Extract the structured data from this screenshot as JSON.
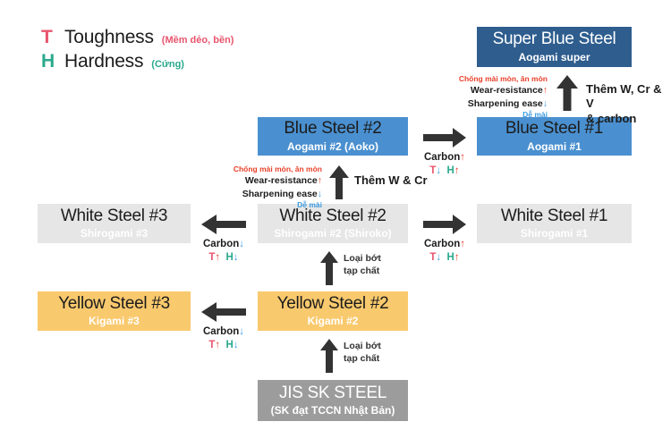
{
  "legend": {
    "rows": [
      {
        "key": "T",
        "name": "Toughness",
        "note": "(Mềm dẻo, bền)",
        "color": "#e8556e"
      },
      {
        "key": "H",
        "name": "Hardness",
        "note": "(Cứng)",
        "color": "#2aa98d"
      }
    ]
  },
  "boxes": {
    "super_blue_steel": {
      "title": "Super Blue Steel",
      "sub": "Aogami super",
      "color": "#2e5d8e"
    },
    "blue_steel_2": {
      "title": "Blue Steel #2",
      "sub": "Aogami #2 (Aoko)",
      "color": "#4a90d0"
    },
    "blue_steel_1": {
      "title": "Blue Steel #1",
      "sub": "Aogami #1",
      "color": "#4a90d0"
    },
    "white_steel_3": {
      "title": "White Steel #3",
      "sub": "Shirogami #3",
      "color": "#e6e6e6"
    },
    "white_steel_2": {
      "title": "White Steel #2",
      "sub": "Shirogami #2 (Shiroko)",
      "color": "#e6e6e6"
    },
    "white_steel_1": {
      "title": "White Steel #1",
      "sub": "Shirogami #1",
      "color": "#e6e6e6"
    },
    "yellow_steel_3": {
      "title": "Yellow Steel #3",
      "sub": "Kigami #3",
      "color": "#f9c96d"
    },
    "yellow_steel_2": {
      "title": "Yellow Steel #2",
      "sub": "Kigami #2",
      "color": "#f9c96d"
    },
    "jis_sk_steel": {
      "title": "JIS SK STEEL",
      "sub": "(SK đạt TCCN Nhật Bản)",
      "color": "#9c9c9c"
    }
  },
  "annotations": {
    "wear_block_top": {
      "vn_top": "Chống mài mòn, ăn mòn",
      "en_wear": "Wear-resistance",
      "wear_arrow": "↑",
      "en_sharp": "Sharpening ease",
      "sharp_arrow": "↓",
      "vn_bottom": "Dễ mài"
    },
    "wear_block_mid": {
      "vn_top": "Chống mài mòn, ăn mòn",
      "en_wear": "Wear-resistance",
      "wear_arrow": "↑",
      "en_sharp": "Sharpening ease",
      "sharp_arrow": "↓",
      "vn_bottom": "Dễ mài"
    },
    "add_super": "Thêm W, Cr & V\n& carbon",
    "add_super_line1": "Thêm W, Cr & V",
    "add_super_line2": "& carbon",
    "add_blue2": "Thêm W & Cr",
    "purify_white": "Loại bớt\ntạp chất",
    "purify_white_line1": "Loại bớt",
    "purify_white_line2": "tạp chất",
    "purify_yellow_line1": "Loại bớt",
    "purify_yellow_line2": "tạp chất"
  },
  "carbon_blocks": {
    "blue_row": {
      "label": "Carbon",
      "carbon_arrow": "↑",
      "t": "T",
      "t_arrow": "↓",
      "h": "H",
      "h_arrow": "↑"
    },
    "white_left": {
      "label": "Carbon",
      "carbon_arrow": "↓",
      "t": "T",
      "t_arrow": "↑",
      "h": "H",
      "h_arrow": "↓"
    },
    "white_right": {
      "label": "Carbon",
      "carbon_arrow": "↑",
      "t": "T",
      "t_arrow": "↓",
      "h": "H",
      "h_arrow": "↑"
    },
    "yellow_left": {
      "label": "Carbon",
      "carbon_arrow": "↓",
      "t": "T",
      "t_arrow": "↑",
      "h": "H",
      "h_arrow": "↓"
    }
  },
  "colors": {
    "red": "#e8402a",
    "blue_arrow": "#3d9be0",
    "toughness": "#e8556e",
    "hardness": "#2aa98d",
    "dark_blue_box": "#2e5d8e",
    "blue_box": "#4a90d0",
    "gray_box": "#e6e6e6",
    "yellow_box": "#f9c96d",
    "dark_gray_box": "#9c9c9c"
  }
}
